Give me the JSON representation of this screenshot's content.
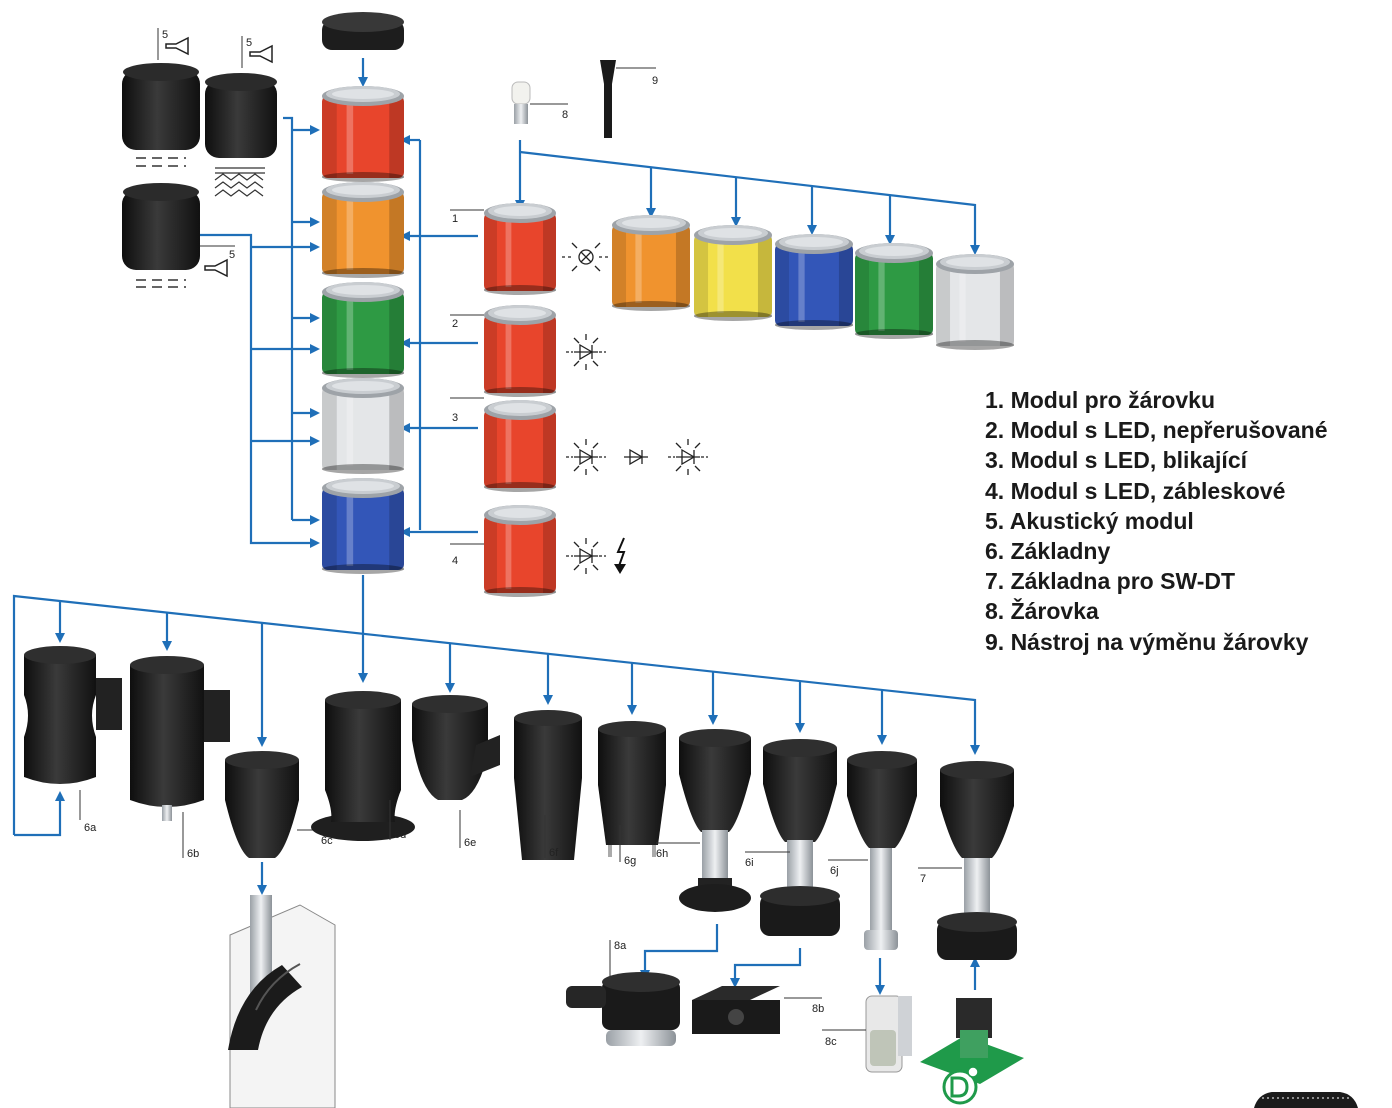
{
  "legend": [
    "1. Modul pro žárovku",
    "2. Modul s LED, nepřerušované",
    "3. Modul s LED, blikající",
    "4. Modul s LED, zábleskové",
    "5. Akustický modul",
    "6. Základny",
    "7. Základna pro SW-DT",
    "8. Žárovka",
    "9. Nástroj na výměnu žárovky"
  ],
  "labels": {
    "acoustic_1": "5",
    "acoustic_2": "5",
    "acoustic_3": "5",
    "bulb": "8",
    "tool": "9",
    "module_1": "1",
    "module_2": "2",
    "module_3": "3",
    "module_4": "4",
    "base_6a": "6a",
    "base_6b": "6b",
    "base_6c": "6c",
    "base_6d": "6d",
    "base_6e": "6e",
    "base_6f": "6f",
    "base_6g": "6g",
    "base_6h": "6h",
    "base_6i": "6i",
    "base_6j": "6j",
    "base_7": "7",
    "acc_8a": "8a",
    "acc_8b": "8b",
    "acc_8c": "8c"
  },
  "colors": {
    "arrow": "#1f6fb8",
    "red": "#e8452c",
    "orange": "#f0932e",
    "yellow": "#f2e04a",
    "green": "#2e9a44",
    "white": "#e4e6e8",
    "blue": "#3356b8",
    "black": "#1f1f1f",
    "dt_green": "#1f9a4a"
  }
}
